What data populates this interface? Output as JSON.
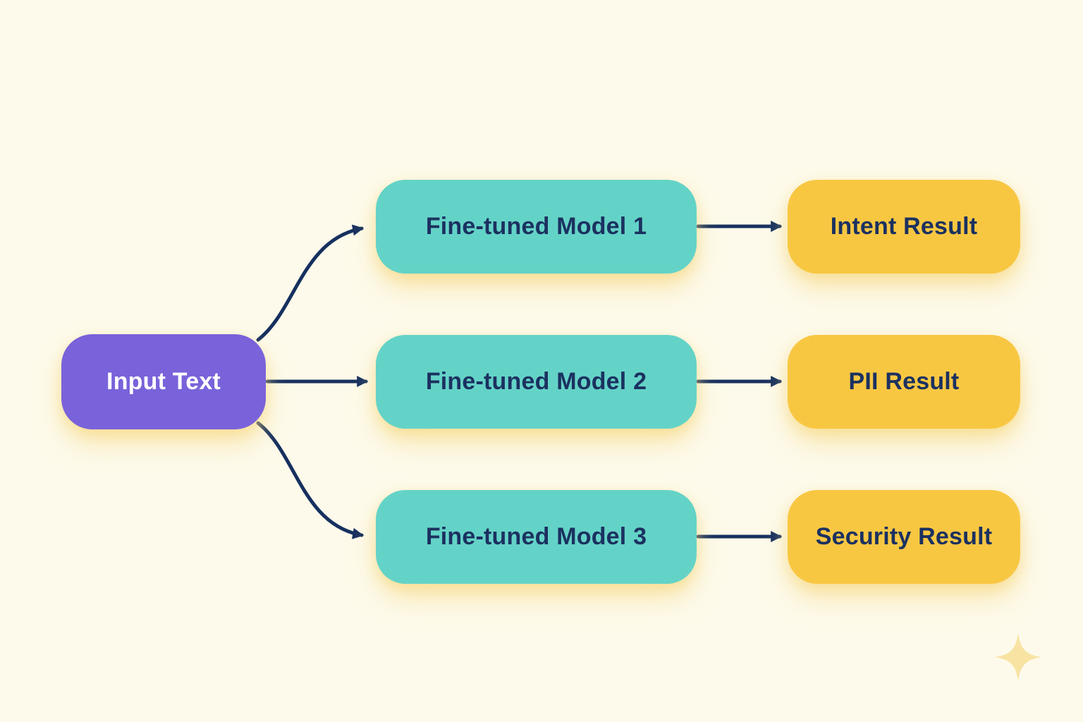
{
  "diagram": {
    "title": "fine-tuned model fan-out flow",
    "nodes": {
      "input": {
        "label": "Input Text"
      },
      "models": [
        {
          "label": "Fine-tuned Model 1"
        },
        {
          "label": "Fine-tuned Model 2"
        },
        {
          "label": "Fine-tuned Model 3"
        }
      ],
      "results": [
        {
          "label": "Intent Result"
        },
        {
          "label": "PII Result"
        },
        {
          "label": "Security Result"
        }
      ]
    },
    "connectors": [
      {
        "from": "input",
        "to": "model-1",
        "style": "curved-up-arrow"
      },
      {
        "from": "input",
        "to": "model-2",
        "style": "straight-arrow"
      },
      {
        "from": "input",
        "to": "model-3",
        "style": "curved-down-arrow"
      },
      {
        "from": "model-1",
        "to": "result-1",
        "style": "straight-arrow"
      },
      {
        "from": "model-2",
        "to": "result-2",
        "style": "straight-arrow"
      },
      {
        "from": "model-3",
        "to": "result-3",
        "style": "straight-arrow"
      }
    ],
    "icons": [
      {
        "name": "sparkle-icon",
        "position": "bottom-right"
      }
    ]
  },
  "colors": {
    "bg": "#fdfaeb",
    "purple": "#7a62da",
    "teal": "#64d3c7",
    "yellow": "#f8c742",
    "navy-text": "#1b3160",
    "connector": "#16305f",
    "input-text": "#ffffff",
    "sparkle": "#f8e3a3",
    "glow": "rgba(246, 214, 122, 0.6)"
  }
}
